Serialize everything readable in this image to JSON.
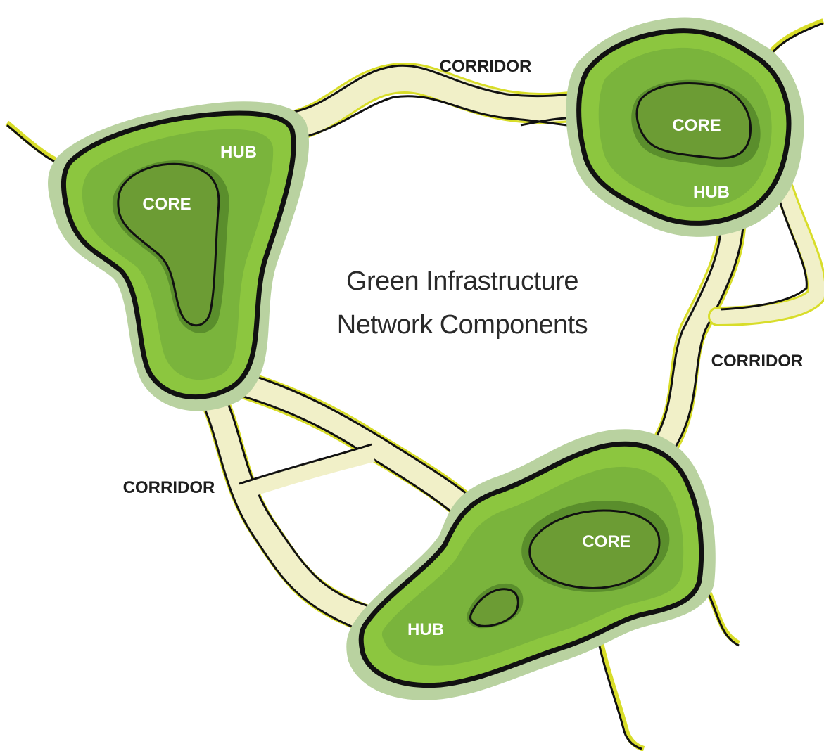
{
  "title": {
    "line1": "Green Infrastructure",
    "line2": "Network Components"
  },
  "labels": {
    "corridor_top": "CORRIDOR",
    "corridor_right": "CORRIDOR",
    "corridor_left": "CORRIDOR",
    "hub_left": "HUB",
    "core_left": "CORE",
    "hub_topright": "HUB",
    "core_topright": "CORE",
    "hub_bottom": "HUB",
    "core_bottom": "CORE"
  },
  "colors": {
    "halo": "#b9d2a0",
    "hub_fill": "#8cc63f",
    "hub_inner": "#7ab43c",
    "core_shadow": "#5a8e2c",
    "core_fill": "#6c9c34",
    "corridor_fill": "#f1f0c8",
    "corridor_edge": "#d8dd2a",
    "outline": "#111111",
    "title_color": "#2a2a2a",
    "label_dark": "#1e1e1e",
    "label_light": "#ffffff"
  }
}
